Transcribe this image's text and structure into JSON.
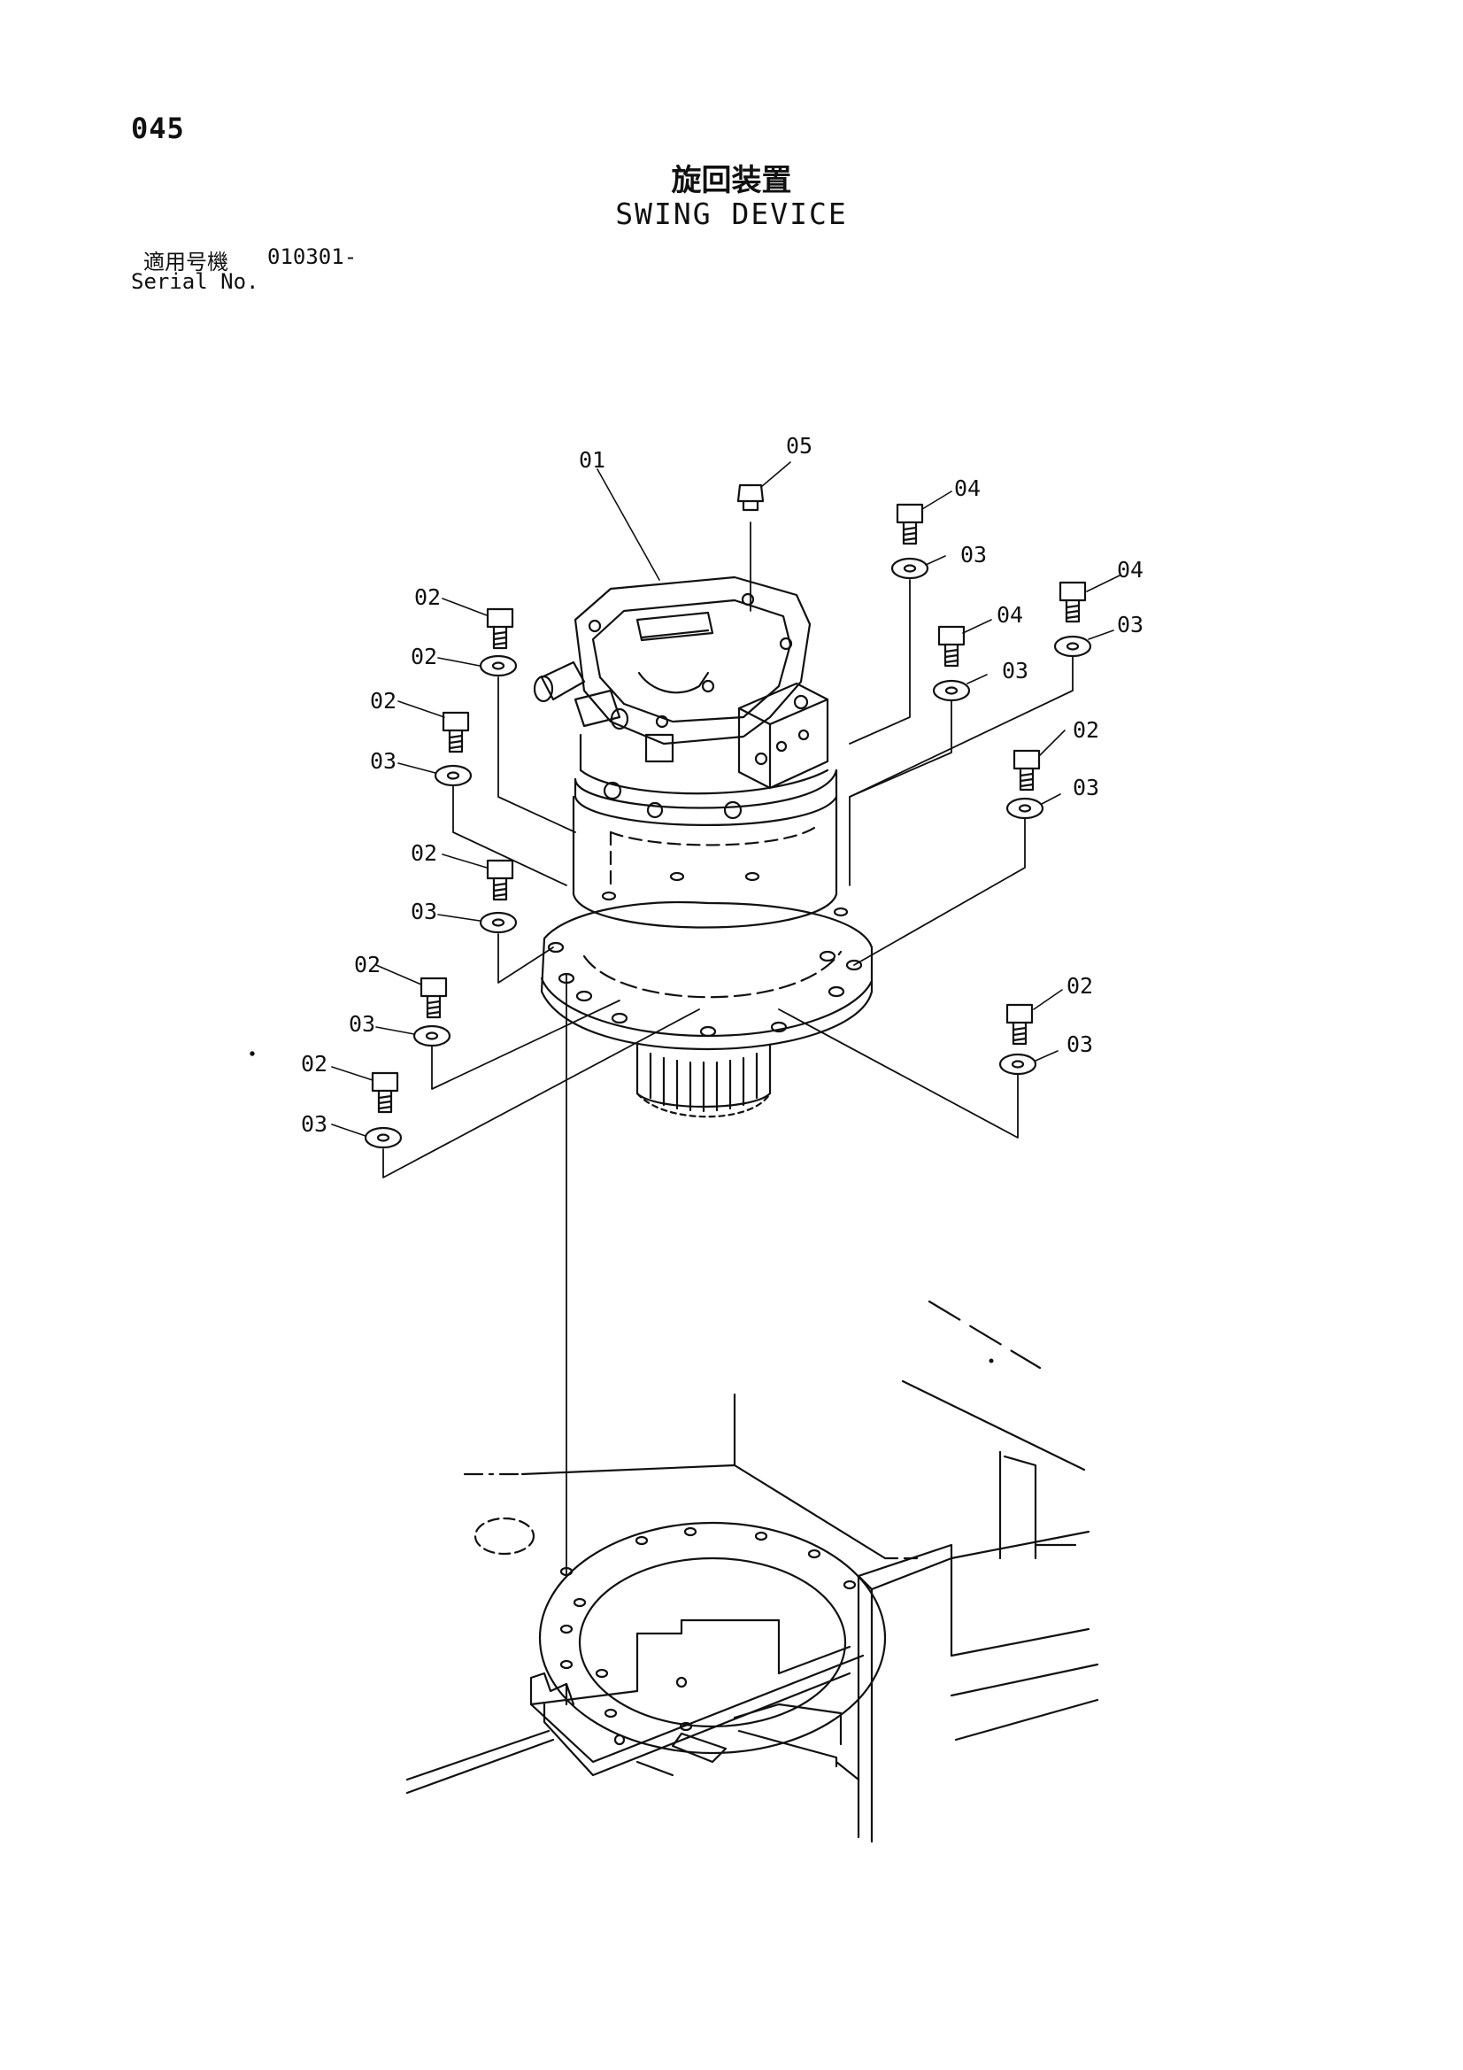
{
  "page": {
    "number": "045",
    "title_jp": "旋回装置",
    "title_en": "SWING DEVICE",
    "serial_label_jp": "適用号機",
    "serial_value": "010301-",
    "serial_label_en": "Serial No."
  },
  "callouts": [
    "01",
    "02",
    "03",
    "04",
    "05"
  ]
}
